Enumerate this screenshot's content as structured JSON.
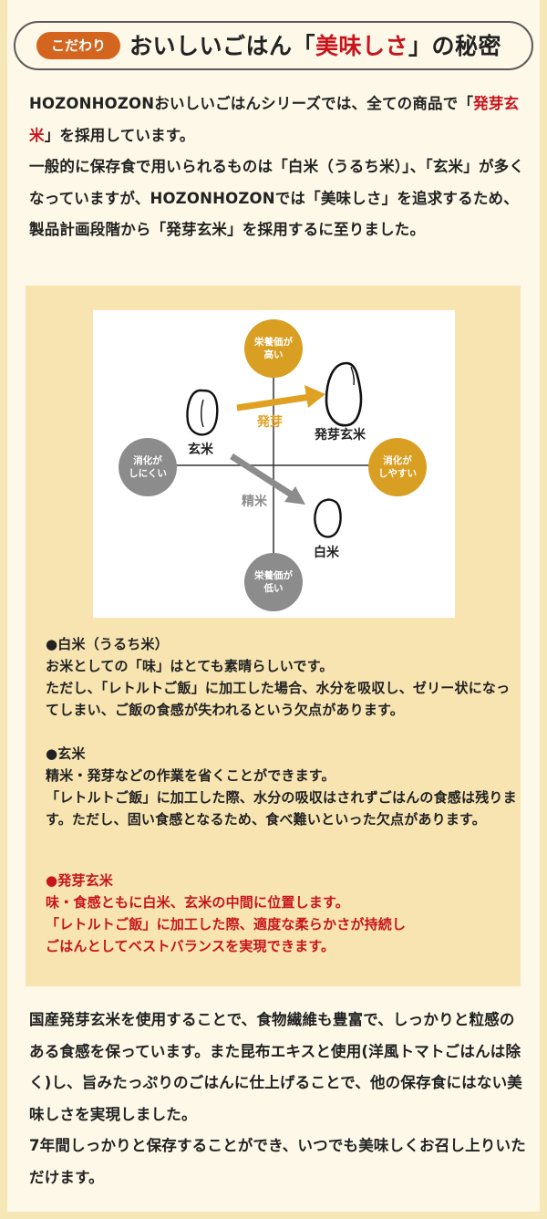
{
  "header": {
    "tag": "こだわり",
    "title_prefix": "おいしいごはん「",
    "title_highlight": "美味しさ",
    "title_suffix": "」の秘密"
  },
  "intro": {
    "part1": "HOZONHOZONおいしいごはんシリーズでは、全ての商品で「",
    "highlight": "発芽玄米",
    "part2": "」を採用しています。",
    "line2": "一般的に保存食で用いられるものは「白米（うるち米）」、「玄米」が多くなっていますが、HOZONHOZONでは「美味しさ」を追求するため、製品計画段階から「発芽玄米」を採用するに至りました。"
  },
  "diagram": {
    "top": "栄養価が\n高い",
    "bottom": "栄養価が\n低い",
    "left": "消化が\nしにくい",
    "right": "消化が\nしやすい",
    "genmai": "玄米",
    "hatsuga_genmai": "発芽玄米",
    "hakumai": "白米",
    "arrow_hatsuga": "発芽",
    "arrow_seimai": "精米",
    "colors": {
      "gold": "#d99f22",
      "gray": "#8c8c8c",
      "arrow_gold": "#e0a021"
    }
  },
  "sections": [
    {
      "title": "●白米（うるち米）",
      "body": "お米としての「味」はとても素晴らしいです。\nただし、「レトルトご飯」に加工した場合、水分を吸収し、ゼリー状になってしまい、ご飯の食感が失われるという欠点があります。"
    },
    {
      "title": "●玄米",
      "body": "精米・発芽などの作業を省くことができます。\n「レトルトご飯」に加工した際、水分の吸収はされずごはんの食感は残ります。ただし、固い食感となるため、食べ難いといった欠点があります。"
    },
    {
      "title": "●発芽玄米",
      "body": "味・食感ともに白米、玄米の中間に位置します。\n「レトルトご飯」に加工した際、適度な柔らかさが持続し\nごはんとしてベストバランスを実現できます。"
    }
  ],
  "outro": {
    "line1": "国産発芽玄米を使用することで、食物繊維も豊富で、しっかりと粒感のある食感を保っています。また昆布エキスと使用(洋風トマトごはんは除く)し、旨みたっぷりのごはんに仕上げることで、他の保存食にはない美味しさを実現しました。",
    "line2": "7年間しっかりと保存することができ、いつでも美味しくお召し上りいただけます。"
  }
}
